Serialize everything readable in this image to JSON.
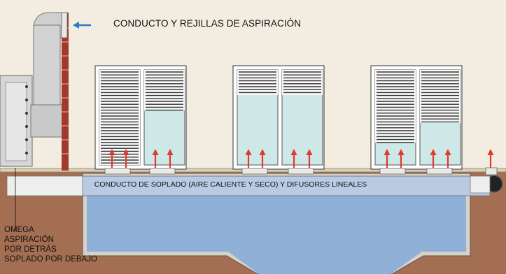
{
  "labels": {
    "title": "CONDUCTO Y REJILLAS DE ASPIRACIÓN",
    "blow_duct": "CONDUCTO DE SOPLADO (AIRE CALIENTE Y SECO) Y DIFUSORES LINEALES",
    "omega_lines": [
      "OMEGA",
      "ASPIRACIÓN",
      "POR DETRÁS",
      "SOPLADO POR DEBAJO"
    ]
  },
  "colors": {
    "wall": "#f3ece1",
    "soil": "#a46e52",
    "pool_water": "#8fb1d8",
    "duct_band": "#b8cbe2",
    "window_glass": "#cde8e6",
    "brick": "#a3392c",
    "arrow_red": "#e03a2e",
    "arrow_blue": "#2e78c9",
    "frame_outline": "#555555"
  },
  "icons": [
    "blue-arrow-icon",
    "red-up-arrow-icon"
  ]
}
